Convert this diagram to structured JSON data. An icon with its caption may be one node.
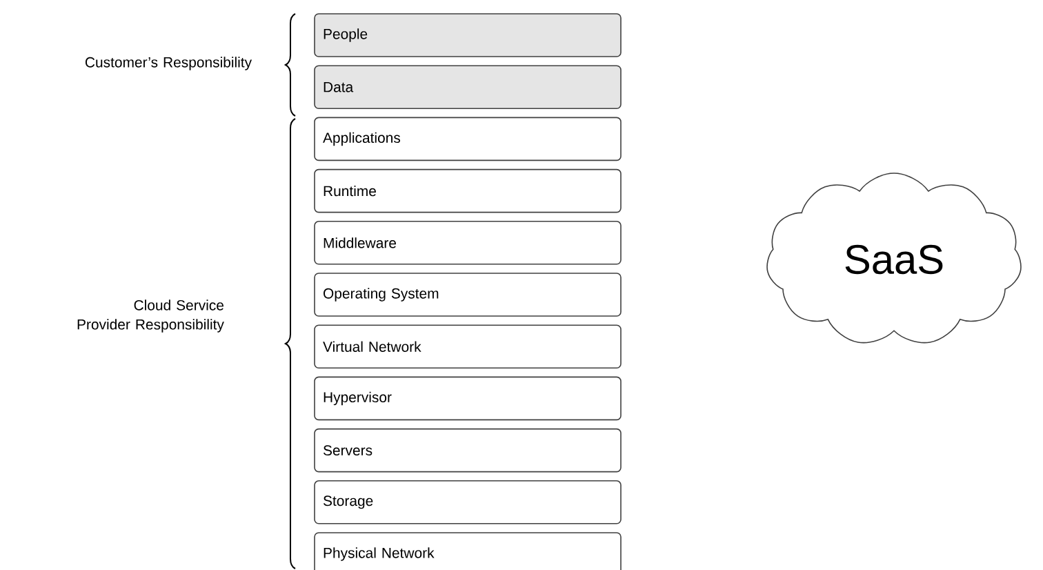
{
  "diagram": {
    "nodes": [
      {
        "text": [
          "People"
        ]
      },
      {
        "text": [
          "Data"
        ]
      },
      {
        "text": [
          "Applications"
        ]
      },
      {
        "text": [
          "Runtime"
        ]
      },
      {
        "text": [
          "Middleware"
        ]
      },
      {
        "text": [
          "Operating System"
        ]
      },
      {
        "text": [
          "Virtual Network"
        ]
      },
      {
        "text": [
          "Hypervisor"
        ]
      },
      {
        "text": [
          "Servers"
        ]
      },
      {
        "text": [
          "Storage"
        ]
      },
      {
        "text": [
          "Physical Network"
        ]
      },
      {
        "text": [
          "SaaS"
        ]
      }
    ],
    "labels": [
      "Customer’s Responsibility",
      "Cloud Service Provider Responsibility"
    ]
  }
}
